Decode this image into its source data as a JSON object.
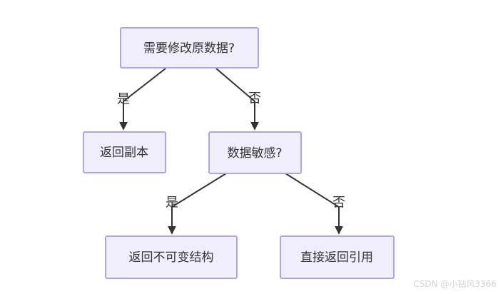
{
  "diagram": {
    "type": "flowchart",
    "nodes": [
      {
        "id": "q1",
        "label": "需要修改原数据?"
      },
      {
        "id": "a1",
        "label": "返回副本"
      },
      {
        "id": "q2",
        "label": "数据敏感?"
      },
      {
        "id": "a2",
        "label": "返回不可变结构"
      },
      {
        "id": "a3",
        "label": "直接返回引用"
      }
    ],
    "edges": [
      {
        "from": "q1",
        "to": "a1",
        "label": "是"
      },
      {
        "from": "q1",
        "to": "q2",
        "label": "否"
      },
      {
        "from": "q2",
        "to": "a2",
        "label": "是"
      },
      {
        "from": "q2",
        "to": "a3",
        "label": "否"
      }
    ],
    "colors": {
      "node_fill": "#f1eefc",
      "node_border": "#b3a3e5",
      "node_text": "#333333",
      "edge_line": "#333333",
      "edge_label_text": "#333333",
      "background": "#ffffff"
    }
  },
  "watermark": {
    "text": "CSDN @小钻风3366",
    "color": "#d2d2d2"
  }
}
